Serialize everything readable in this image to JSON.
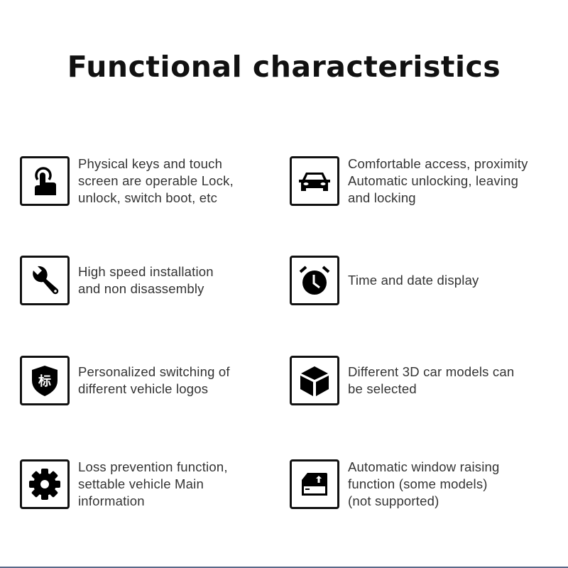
{
  "title": "Functional characteristics",
  "features": [
    {
      "icon": "touch-hand-icon",
      "text": "Physical keys and touch\nscreen are operable Lock,\nunlock, switch boot, etc"
    },
    {
      "icon": "car-icon",
      "text": "Comfortable access, proximity\nAutomatic unlocking, leaving\nand locking"
    },
    {
      "icon": "wrench-icon",
      "text": "High speed installation\nand non disassembly"
    },
    {
      "icon": "alarm-clock-icon",
      "text": "Time and date display"
    },
    {
      "icon": "shield-logo-icon",
      "icon_glyph": "标",
      "text": "Personalized switching of\ndifferent vehicle logos"
    },
    {
      "icon": "cube-icon",
      "text": "Different 3D car models can\nbe selected"
    },
    {
      "icon": "gear-icon",
      "text": "Loss prevention function,\nsettable vehicle Main\ninformation"
    },
    {
      "icon": "window-raise-icon",
      "text": "Automatic window raising\nfunction (some models)\n(not supported)"
    }
  ]
}
